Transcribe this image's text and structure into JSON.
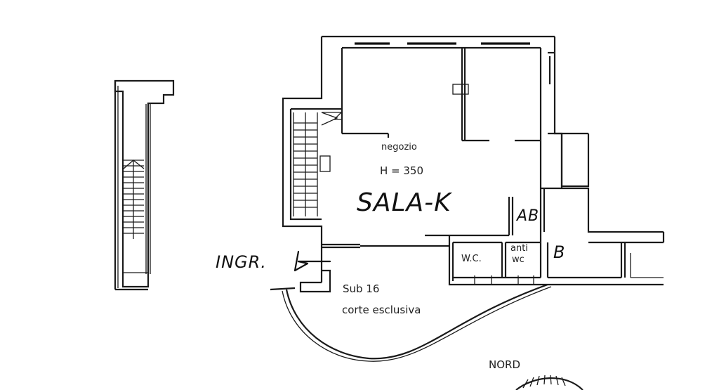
{
  "labels": {
    "room_use": "negozio",
    "room_height": "H = 350",
    "room_name_handwritten": "SALA-K",
    "ab_handwritten": "AB",
    "b_handwritten": "B",
    "wc": "W.C.",
    "anti_wc_line1": "anti",
    "anti_wc_line2": "wc",
    "entrance_handwritten": "INGR.",
    "sub": "Sub 16",
    "courtyard": "corte esclusiva",
    "north": "NORD"
  }
}
